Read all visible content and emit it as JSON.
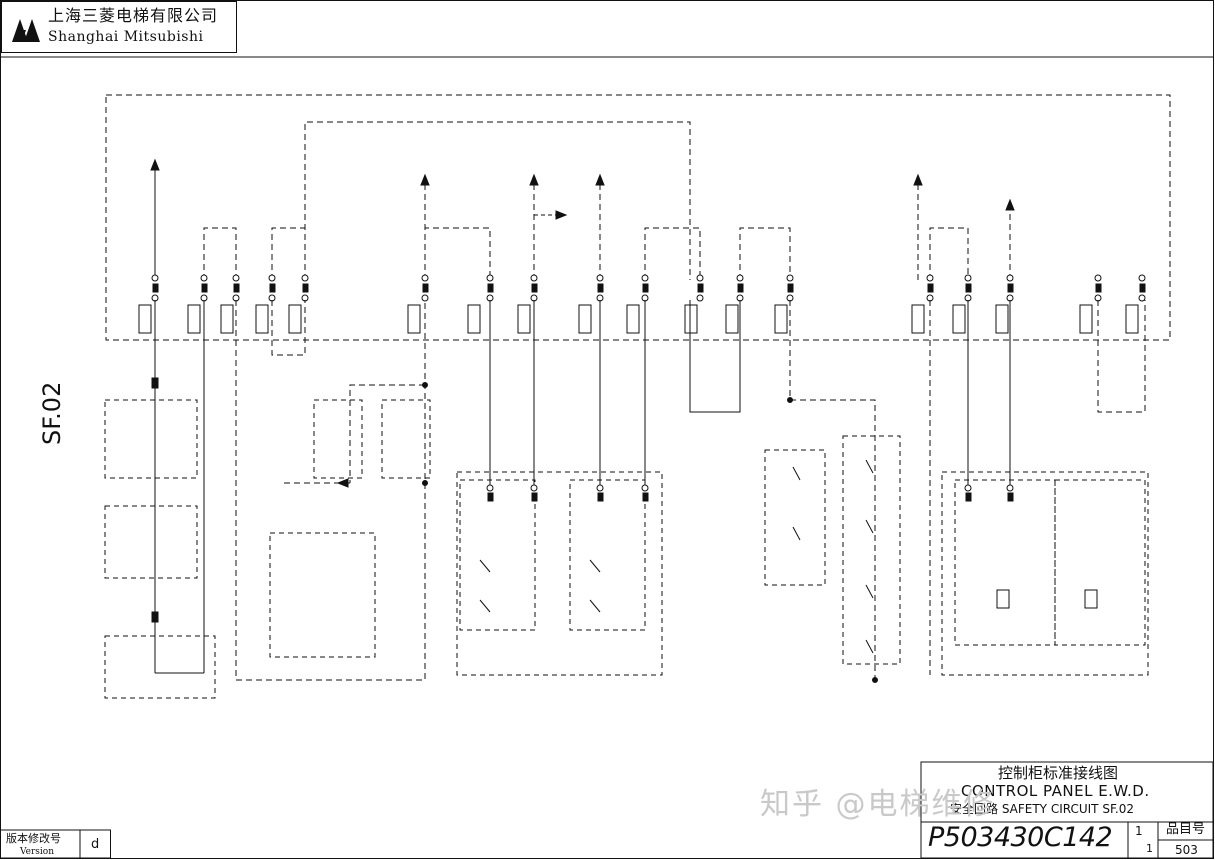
{
  "company": {
    "name_cn": "上海三菱电梯有限公司",
    "name_en": "Shanghai Mitsubishi"
  },
  "title_block": {
    "title_cn": "控制柜标准接线图",
    "title_en": "CONTROL PANEL E.W.D.",
    "subtitle": "安全回路 SAFETY CIRCUIT SF.02",
    "drawing_number": "P503430C142",
    "sheet_fraction": [
      "1",
      "1"
    ],
    "part_number_label": "品目号",
    "part_number": "503"
  },
  "version": {
    "label_cn": "版本修改号",
    "label_en": "Version",
    "value": "d"
  },
  "sheet_label": "SF.02",
  "watermark": "知乎 @电梯维修"
}
